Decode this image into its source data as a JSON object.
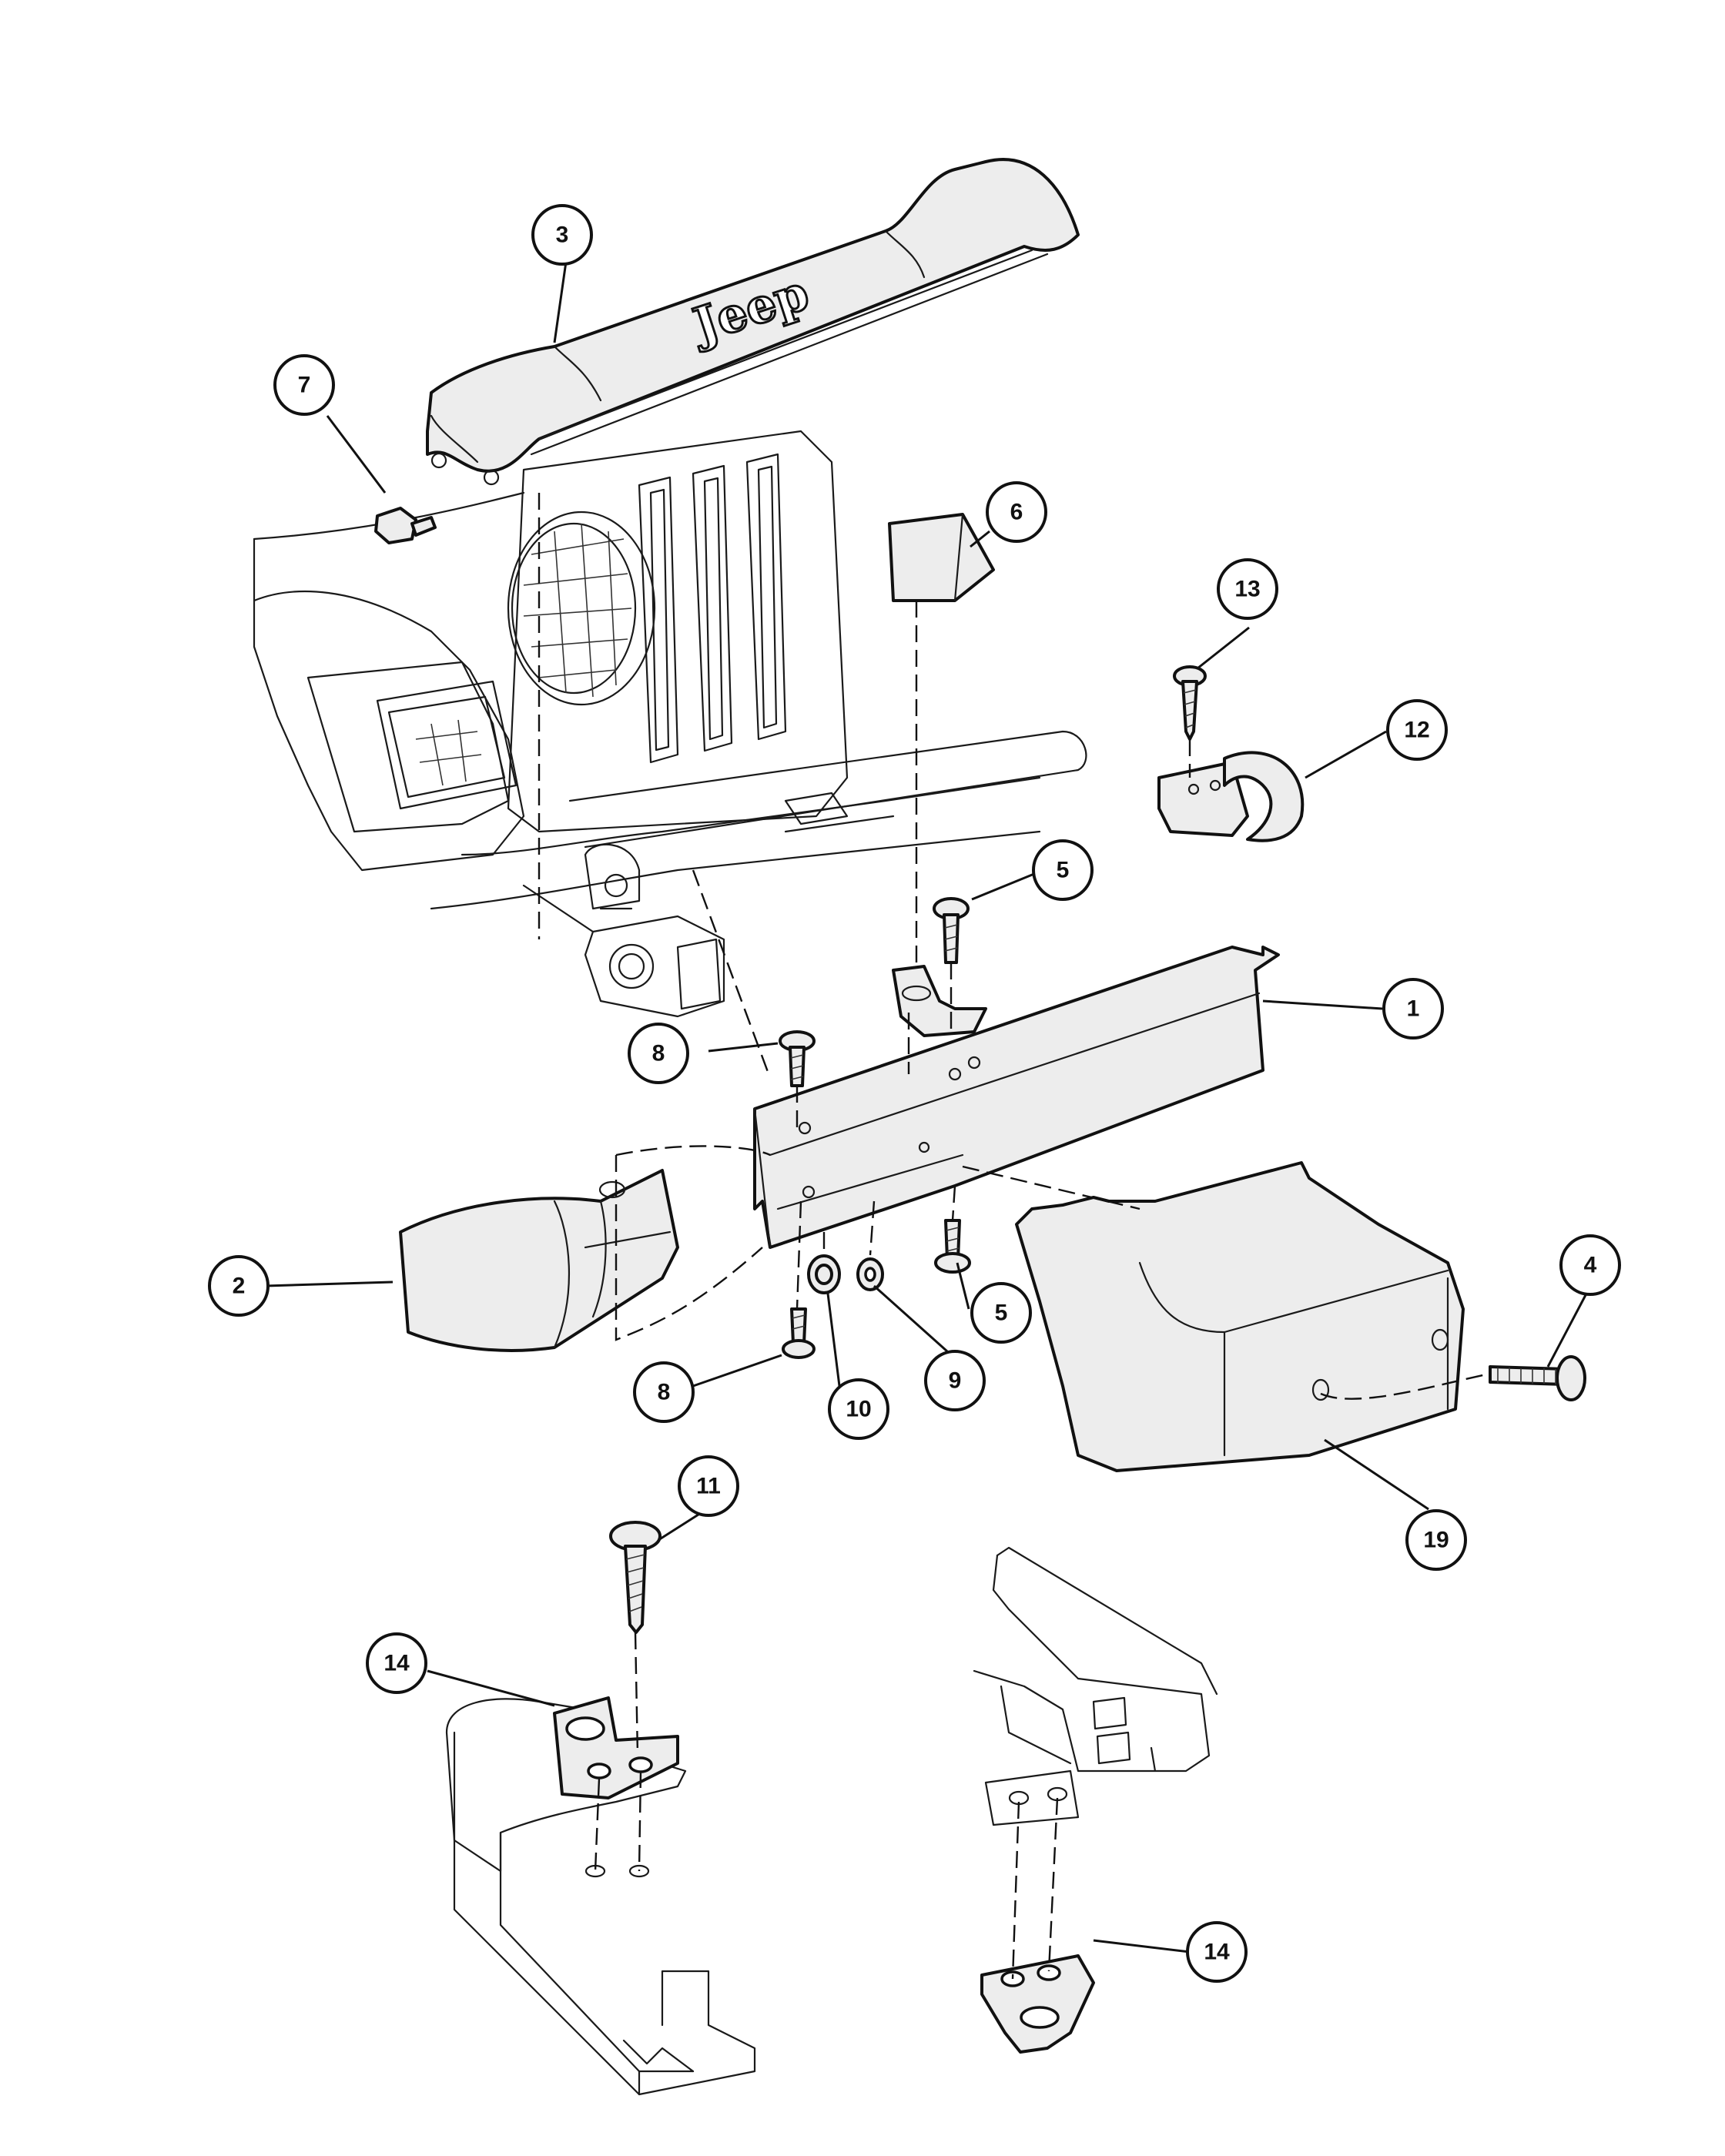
{
  "diagram": {
    "type": "exploded-parts-view",
    "logo_text": "Jeep",
    "callouts": [
      {
        "id": "c1",
        "label": "1"
      },
      {
        "id": "c2",
        "label": "2"
      },
      {
        "id": "c3",
        "label": "3"
      },
      {
        "id": "c4",
        "label": "4"
      },
      {
        "id": "c5a",
        "label": "5"
      },
      {
        "id": "c5b",
        "label": "5"
      },
      {
        "id": "c6",
        "label": "6"
      },
      {
        "id": "c7",
        "label": "7"
      },
      {
        "id": "c8a",
        "label": "8"
      },
      {
        "id": "c8b",
        "label": "8"
      },
      {
        "id": "c9",
        "label": "9"
      },
      {
        "id": "c10",
        "label": "10"
      },
      {
        "id": "c11",
        "label": "11"
      },
      {
        "id": "c12",
        "label": "12"
      },
      {
        "id": "c13",
        "label": "13"
      },
      {
        "id": "c14a",
        "label": "14"
      },
      {
        "id": "c14b",
        "label": "14"
      },
      {
        "id": "c19",
        "label": "19"
      }
    ]
  }
}
